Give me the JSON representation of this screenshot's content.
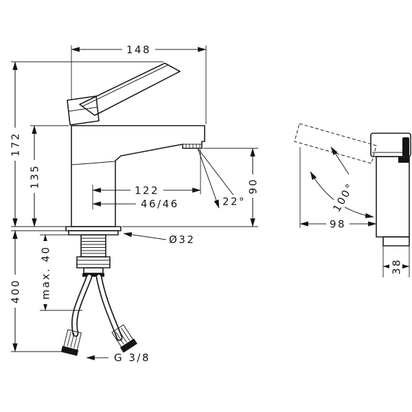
{
  "front": {
    "width": "148",
    "height_total": "172",
    "height_body": "135",
    "spout_reach": "122",
    "offset": "46/46",
    "spray_angle": "22°",
    "outlet_height": "90",
    "base_diameter": "Ø32",
    "mount_max": "max. 40",
    "hose_length": "400",
    "connection_thread": "G 3/8"
  },
  "side": {
    "lever_angle": "100°",
    "depth": "98",
    "base_depth": "38"
  }
}
